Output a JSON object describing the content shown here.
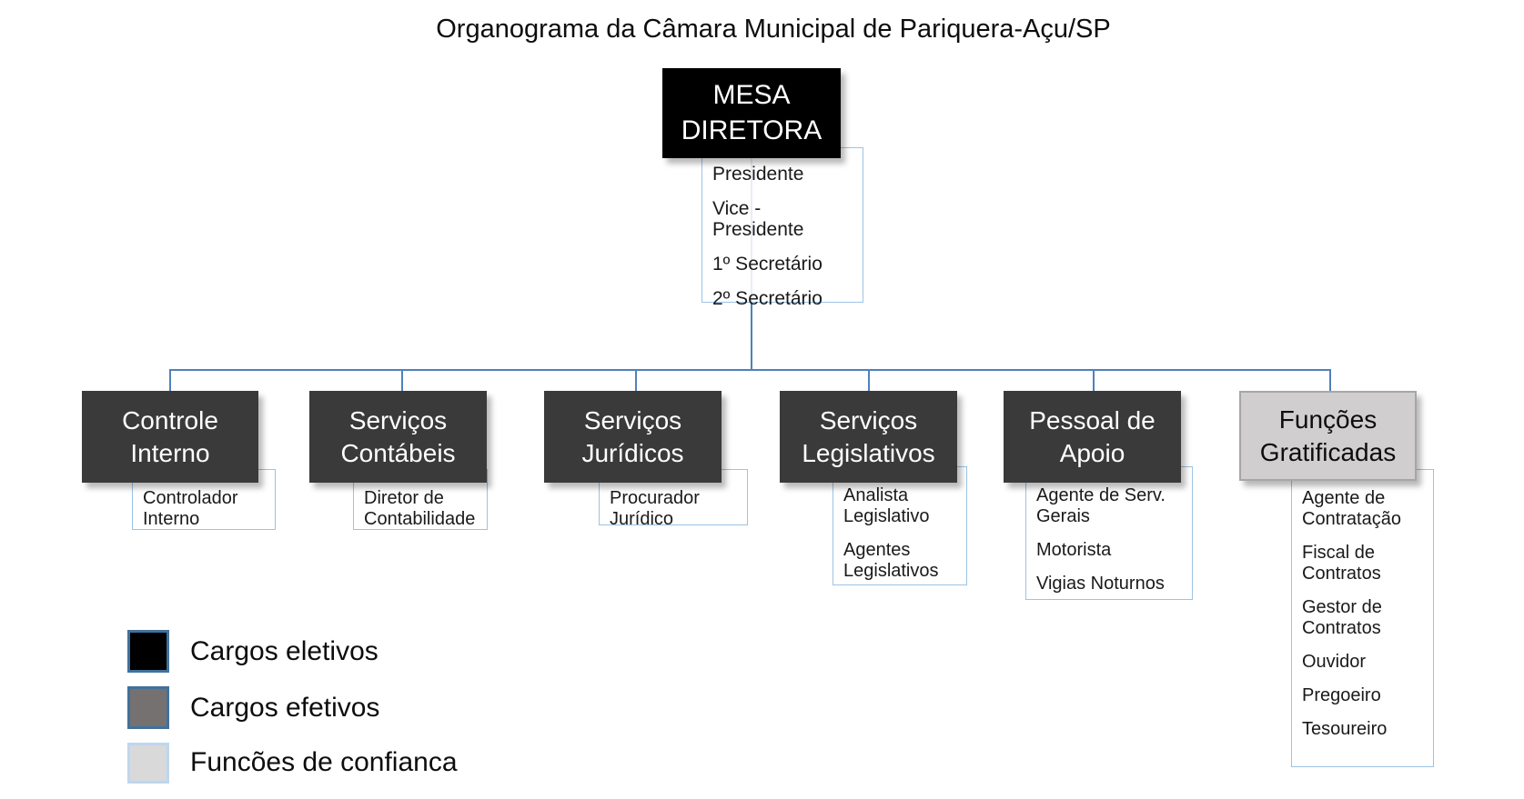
{
  "title": "Organograma da Câmara Municipal de Pariquera-Açu/SP",
  "root": {
    "label": "MESA DIRETORA",
    "positions": [
      "Presidente",
      "Vice - Presidente",
      "1º Secretário",
      "2º Secretário"
    ]
  },
  "branches": [
    {
      "label": "Controle Interno",
      "category": "Cargos efetivos",
      "positions": [
        "Controlador Interno"
      ]
    },
    {
      "label": "Serviços Contábeis",
      "category": "Cargos efetivos",
      "positions": [
        "Diretor de Contabilidade"
      ]
    },
    {
      "label": "Serviços Jurídicos",
      "category": "Cargos efetivos",
      "positions": [
        "Procurador Jurídico"
      ]
    },
    {
      "label": "Serviços Legislativos",
      "category": "Cargos efetivos",
      "positions": [
        "Analista Legislativo",
        "Agentes Legislativos"
      ]
    },
    {
      "label": "Pessoal de Apoio",
      "category": "Cargos efetivos",
      "positions": [
        "Agente de Serv. Gerais",
        "Motorista",
        "Vigias Noturnos"
      ]
    },
    {
      "label": "Funções Gratificadas",
      "category": "Funcões de confianca",
      "positions": [
        "Agente de Contratação",
        "Fiscal de Contratos",
        "Gestor de Contratos",
        "Ouvidor",
        "Pregoeiro",
        "Tesoureiro"
      ]
    }
  ],
  "legend": [
    {
      "label": "Cargos eletivos",
      "swatch": "#000000"
    },
    {
      "label": "Cargos efetivos",
      "swatch": "#767171"
    },
    {
      "label": "Funcões de confianca",
      "swatch": "#d9d9d9"
    }
  ],
  "colors": {
    "line": "#4f81bd",
    "elective": "#000000",
    "effective": "#3b3a3a",
    "trust": "#d0cece",
    "trust-border": "#a6a6a6",
    "subbox-border": "#9cc3e5",
    "legend-border-dark": "#41719c",
    "legend-border-light": "#bdd7ee"
  }
}
